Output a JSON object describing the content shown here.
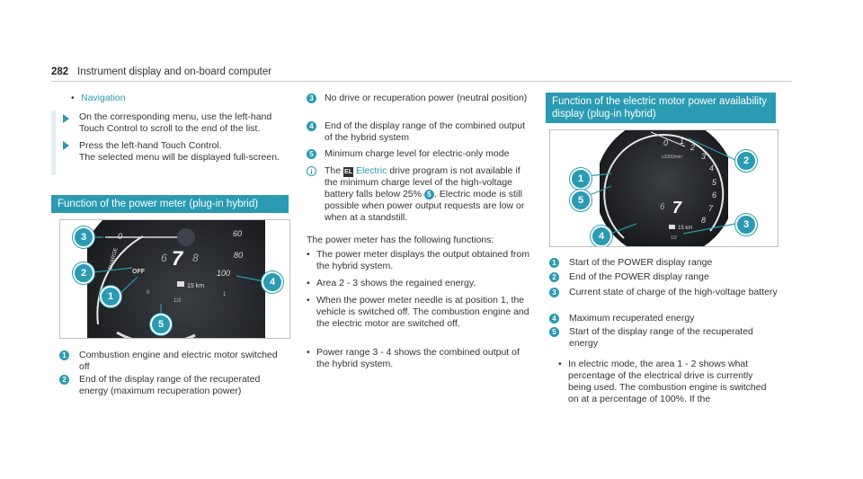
{
  "header": {
    "page_number": "282",
    "title": "Instrument display and on-board computer"
  },
  "col1": {
    "nav_bullet": "Navigation",
    "step1": "On the corresponding menu, use the left-hand Touch Control to scroll to the end of the list.",
    "step2a": "Press the left-hand Touch Control.",
    "step2b": "The selected menu will be displayed full-screen.",
    "section_title": "Function of the power meter (plug-in hybrid)",
    "legend": [
      {
        "n": "1",
        "text": "Combustion engine and electric motor switched off"
      },
      {
        "n": "2",
        "text": "End of the display range of the recuperated energy (maximum recuperation power)"
      }
    ],
    "fig_labels": {
      "charge": "CHARGE",
      "off": "OFF",
      "t0": "0",
      "t60": "60",
      "t80": "80",
      "t100": "100",
      "gear_l": "6",
      "gear_big": "7",
      "gear_r": "8",
      "range": "15 km",
      "half": "1/2",
      "bottom0": "0",
      "bottom1": "1"
    }
  },
  "col2": {
    "items": [
      {
        "n": "3",
        "text": "No drive or recuperation power (neutral position)"
      },
      {
        "n": "4",
        "text": "End of the display range of the combined output of the hybrid system"
      },
      {
        "n": "5",
        "text": "Minimum charge level for electric-only mode"
      }
    ],
    "note_prefix": "The",
    "note_icon": "EL",
    "note_link": "Electric",
    "note_text1": "drive program is not available if the minimum charge level of the high-voltage battery falls below 25%",
    "note_text2": ". Electric mode is still possible when power output requests are low or when at a standstill.",
    "para": "The power meter has the following functions:",
    "bullets": [
      "The power meter displays the output obtained from the hybrid system.",
      "Area 2 - 3 shows the regained energy.",
      "When the power meter needle is at position 1, the vehicle is switched off. The combustion engine and the electric motor are switched off.",
      "Power range 3 - 4 shows the combined output of the hybrid system."
    ]
  },
  "col3": {
    "section_title": "Function of the electric motor power availability display (plug-in hybrid)",
    "legend": [
      {
        "n": "1",
        "text": "Start of the POWER display range"
      },
      {
        "n": "2",
        "text": "End of the POWER display range"
      },
      {
        "n": "3",
        "text": "Current state of charge of the high-voltage battery"
      },
      {
        "n": "4",
        "text": "Maximum recuperated energy"
      },
      {
        "n": "5",
        "text": "Start of the display range of the recuperated energy"
      }
    ],
    "bullet": "In electric mode, the area 1 - 2 shows what percentage of the electrical drive is currently being used. The combustion engine is switched on at a percentage of 100%. If the",
    "fig_labels": {
      "t0": "0",
      "t1": "1",
      "t2": "2",
      "t3": "3",
      "t4": "4",
      "t5": "5",
      "t6": "6",
      "t7": "7",
      "t8": "8",
      "t6l": "6",
      "big": "7",
      "rpm": "x1000/min",
      "range": "15 km",
      "half": "1/2"
    }
  },
  "colors": {
    "accent": "#2a9bb3"
  }
}
